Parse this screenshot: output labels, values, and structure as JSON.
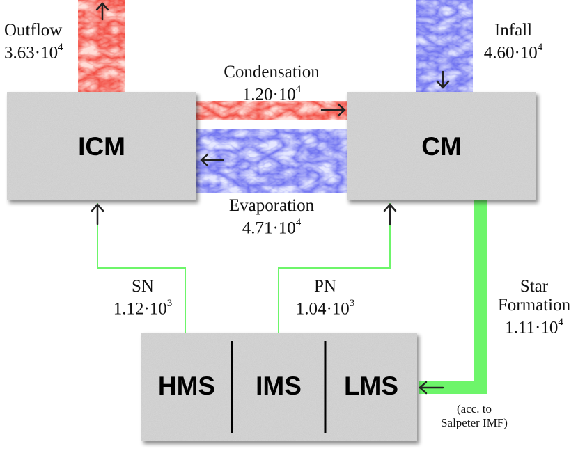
{
  "boxes": {
    "icm": "ICM",
    "cm": "CM",
    "hms": "HMS",
    "ims": "IMS",
    "lms": "LMS"
  },
  "flows": {
    "outflow": {
      "label": "Outflow",
      "mantissa": "3.63",
      "exp": "4"
    },
    "infall": {
      "label": "Infall",
      "mantissa": "4.60",
      "exp": "4"
    },
    "condensation": {
      "label": "Condensation",
      "mantissa": "1.20",
      "exp": "4"
    },
    "evaporation": {
      "label": "Evaporation",
      "mantissa": "4.71",
      "exp": "4"
    },
    "sn": {
      "label": "SN",
      "mantissa": "1.12",
      "exp": "3"
    },
    "pn": {
      "label": "PN",
      "mantissa": "1.04",
      "exp": "3"
    },
    "star_formation": {
      "label_line1": "Star",
      "label_line2": "Formation",
      "mantissa": "1.11",
      "exp": "4"
    }
  },
  "note": {
    "line1": "(acc. to",
    "line2": "Salpeter IMF)"
  },
  "colors": {
    "outflow": "#f2453a",
    "infall": "#6a6df0",
    "condensation": "#f2453a",
    "evaporation": "#6a6df0",
    "star_formation": "#6df56a",
    "feedback_line": "#6df56a",
    "box": "#c9c9c9"
  }
}
